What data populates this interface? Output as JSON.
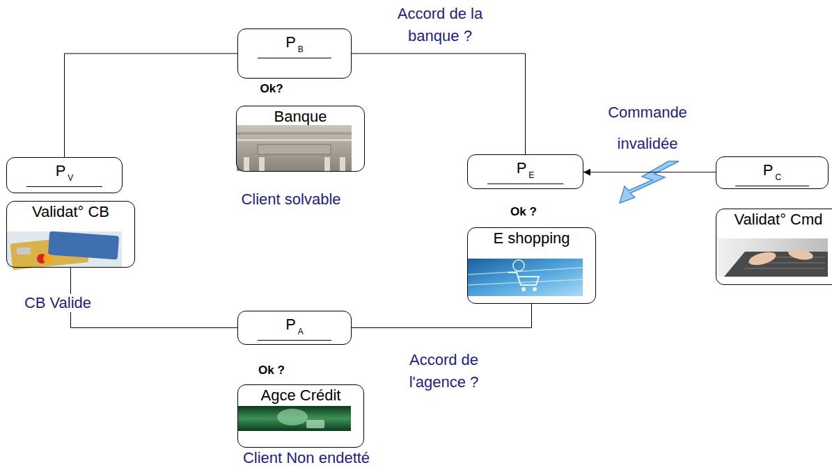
{
  "diagram": {
    "nodes": [
      {
        "text": [
          "P",
          "B"
        ]
      },
      {
        "text": [
          "Banque"
        ]
      },
      {
        "text": [
          "P",
          "V"
        ]
      },
      {
        "text": [
          "P",
          "E"
        ]
      },
      {
        "text": [
          "P",
          "C"
        ]
      },
      {
        "text": [
          "Validat° CB"
        ]
      },
      {
        "text": [
          "E shopping"
        ]
      },
      {
        "text": [
          "Validat° Cmd"
        ]
      },
      {
        "text": [
          "P",
          "A"
        ]
      },
      {
        "text": [
          "Agce Crédit"
        ]
      }
    ],
    "edges": [
      {
        "from": 2,
        "to": 0,
        "arrow": "none"
      },
      {
        "from": 0,
        "to": 3,
        "label": "Accord de la banque ?",
        "arrow": "none"
      },
      {
        "from": 5,
        "to": 8,
        "arrow": "none"
      },
      {
        "from": 8,
        "to": 6,
        "label": "Accord de l'agence ?",
        "arrow": "none"
      },
      {
        "from": 4,
        "to": 3,
        "label": "Commande invalidée",
        "arrow": "to"
      }
    ],
    "labels": [
      "Ok?",
      "Client solvable",
      "Ok ?",
      "CB Valide",
      "Ok ?",
      "Client Non endetté"
    ]
  }
}
